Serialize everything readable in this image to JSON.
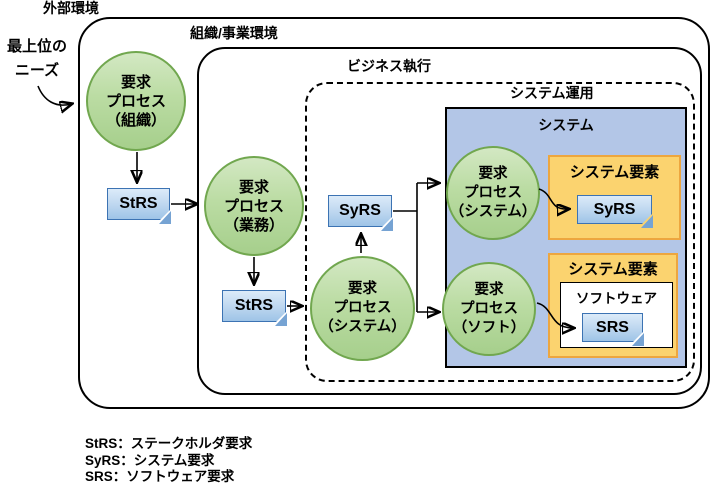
{
  "diagram": {
    "external_label": "外部環境",
    "top_needs_line1": "最上位の",
    "top_needs_line2": "ニーズ",
    "boxes": {
      "org_env_label": "組織/事業環境",
      "business_exec_label": "ビジネス執行",
      "system_ops_label": "システム運用",
      "system_label": "システム"
    },
    "circles": [
      {
        "id": "org",
        "lines": [
          "要求",
          "プロセス",
          "（組織）"
        ]
      },
      {
        "id": "biz",
        "lines": [
          "要求",
          "プロセス",
          "（業務）"
        ]
      },
      {
        "id": "sys",
        "lines": [
          "要求",
          "プロセス",
          "（システム）"
        ]
      },
      {
        "id": "sys2",
        "lines": [
          "要求",
          "プロセス",
          "（システム）"
        ]
      },
      {
        "id": "soft",
        "lines": [
          "要求",
          "プロセス",
          "（ソフト）"
        ]
      }
    ],
    "tags": [
      {
        "id": "strs1",
        "label": "StRS"
      },
      {
        "id": "strs2",
        "label": "StRS"
      },
      {
        "id": "syrs1",
        "label": "SyRS"
      },
      {
        "id": "syrs2",
        "label": "SyRS"
      },
      {
        "id": "srs",
        "label": "SRS"
      }
    ],
    "elements": {
      "system_element_1": "システム要素",
      "system_element_2": "システム要素",
      "software": "ソフトウェア"
    },
    "legend": [
      "StRS：ステークホルダ要求",
      "SyRS：システム要求",
      "SRS：ソフトウェア要求"
    ],
    "colors": {
      "circle_fill": "#BBDCA3",
      "circle_border": "#71A74F",
      "tag_fill_top": "#DCEBF9",
      "tag_fill_bottom": "#9EC4E7",
      "tag_border": "#3C73B3",
      "system_box_fill": "#B3C6E7",
      "element_box_fill": "#FBD36F",
      "element_box_border": "#EDA63F"
    }
  }
}
